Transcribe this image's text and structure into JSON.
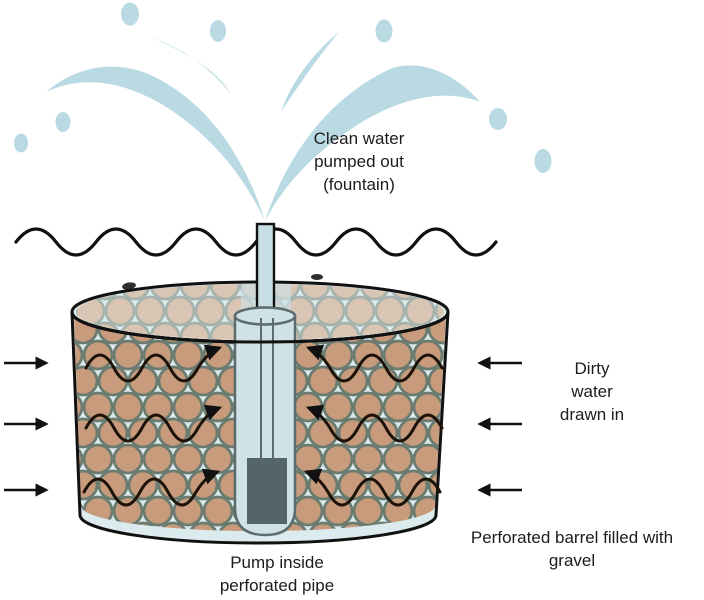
{
  "labels": {
    "clean_water": {
      "lines": [
        "Clean water",
        "pumped out",
        "(fountain)"
      ]
    },
    "dirty_water": {
      "lines": [
        "Dirty",
        "water",
        "drawn in"
      ]
    },
    "barrel": {
      "lines": [
        "Perforated barrel filled with",
        "gravel"
      ]
    },
    "pump": {
      "lines": [
        "Pump inside",
        "perforated pipe"
      ]
    }
  },
  "colors": {
    "background": "#ffffff",
    "spray": "#b9dae2",
    "water_fill": "#dcebee",
    "tube_fill": "#cfe3e7",
    "tube_stroke": "#5b6b6e",
    "pipe_fill": "#c5dde3",
    "gravel_fill": "#c79b7b",
    "gravel_stroke": "#6c7b70",
    "gravel_faded_fill": "#d8bca4",
    "gravel_faded_stroke": "#99a59b",
    "pump_fill": "#53646b",
    "wave": "#1d1208",
    "ink": "#111111",
    "text": "#1c1c1c"
  }
}
